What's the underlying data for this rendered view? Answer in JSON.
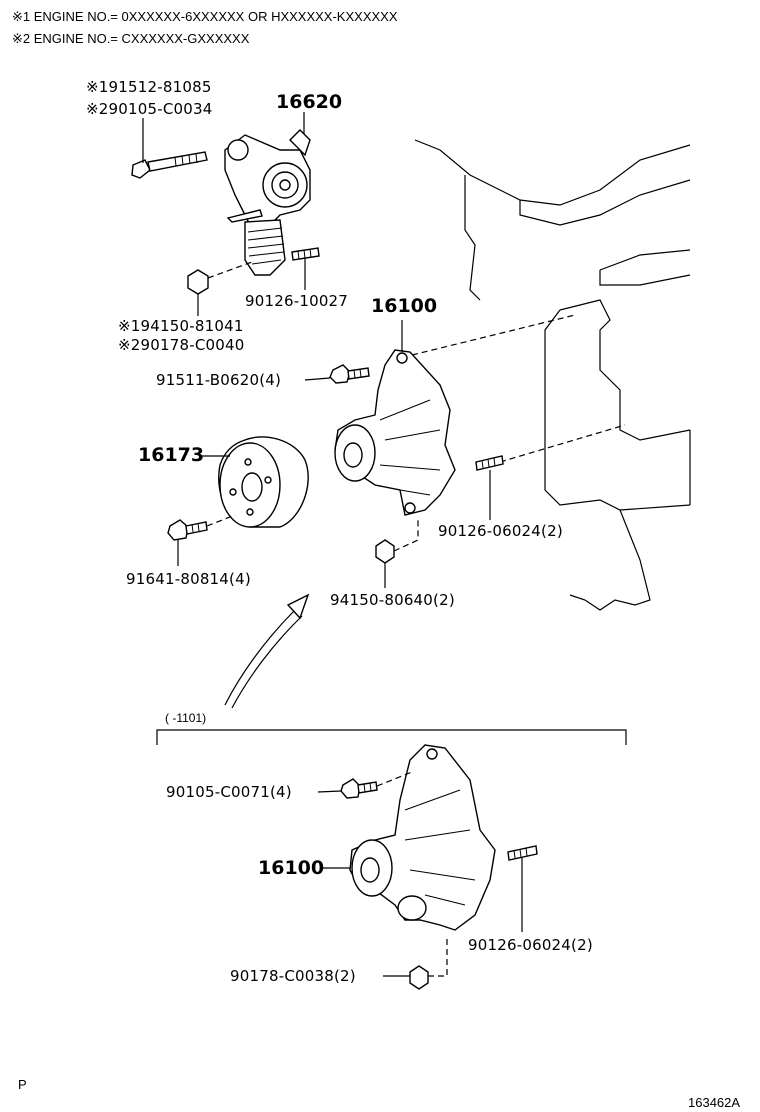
{
  "notes": {
    "note1": "※1 ENGINE NO.= 0XXXXXX-6XXXXXX OR HXXXXXX-KXXXXXX",
    "note2": "※2 ENGINE NO.= CXXXXXX-GXXXXXX"
  },
  "upper": {
    "tensioner_bolt_1": "※191512-81085",
    "tensioner_bolt_2": "※290105-C0034",
    "tensioner": "16620",
    "stud": "90126-10027",
    "nut_1": "※194150-81041",
    "nut_2": "※290178-C0040",
    "pump": "16100",
    "pump_bolt": "91511-B0620(4)",
    "pulley": "16173",
    "pulley_bolt": "91641-80814(4)",
    "pump_stud": "90126-06024(2)",
    "pump_nut": "94150-80640(2)"
  },
  "lower": {
    "range": "(      -1101)",
    "bolt": "90105-C0071(4)",
    "pump": "16100",
    "stud": "90126-06024(2)",
    "nut": "90178-C0038(2)"
  },
  "footer": {
    "left_code": "P",
    "figure_id": "163462A"
  }
}
